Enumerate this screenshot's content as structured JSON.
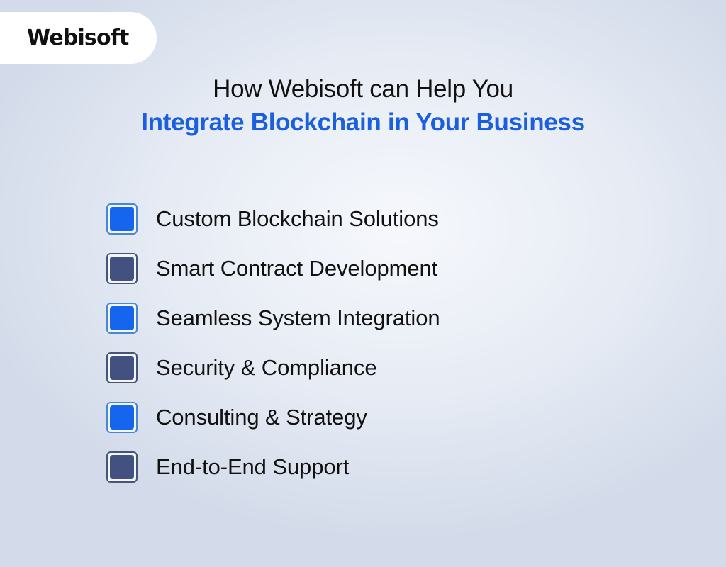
{
  "logo": {
    "text": "Webisoft"
  },
  "heading": {
    "line1": "How Webisoft can Help You",
    "line2": "Integrate Blockchain in Your Business"
  },
  "colors": {
    "accent_blue": "#1565ee",
    "dark_slate": "#435181",
    "heading_blue": "#1a5fe0"
  },
  "items": [
    {
      "label": "Custom Blockchain Solutions",
      "bullet": "blue"
    },
    {
      "label": "Smart Contract Development",
      "bullet": "dark"
    },
    {
      "label": "Seamless System Integration",
      "bullet": "blue"
    },
    {
      "label": "Security & Compliance",
      "bullet": "dark"
    },
    {
      "label": "Consulting & Strategy",
      "bullet": "blue"
    },
    {
      "label": "End-to-End Support",
      "bullet": "dark"
    }
  ]
}
